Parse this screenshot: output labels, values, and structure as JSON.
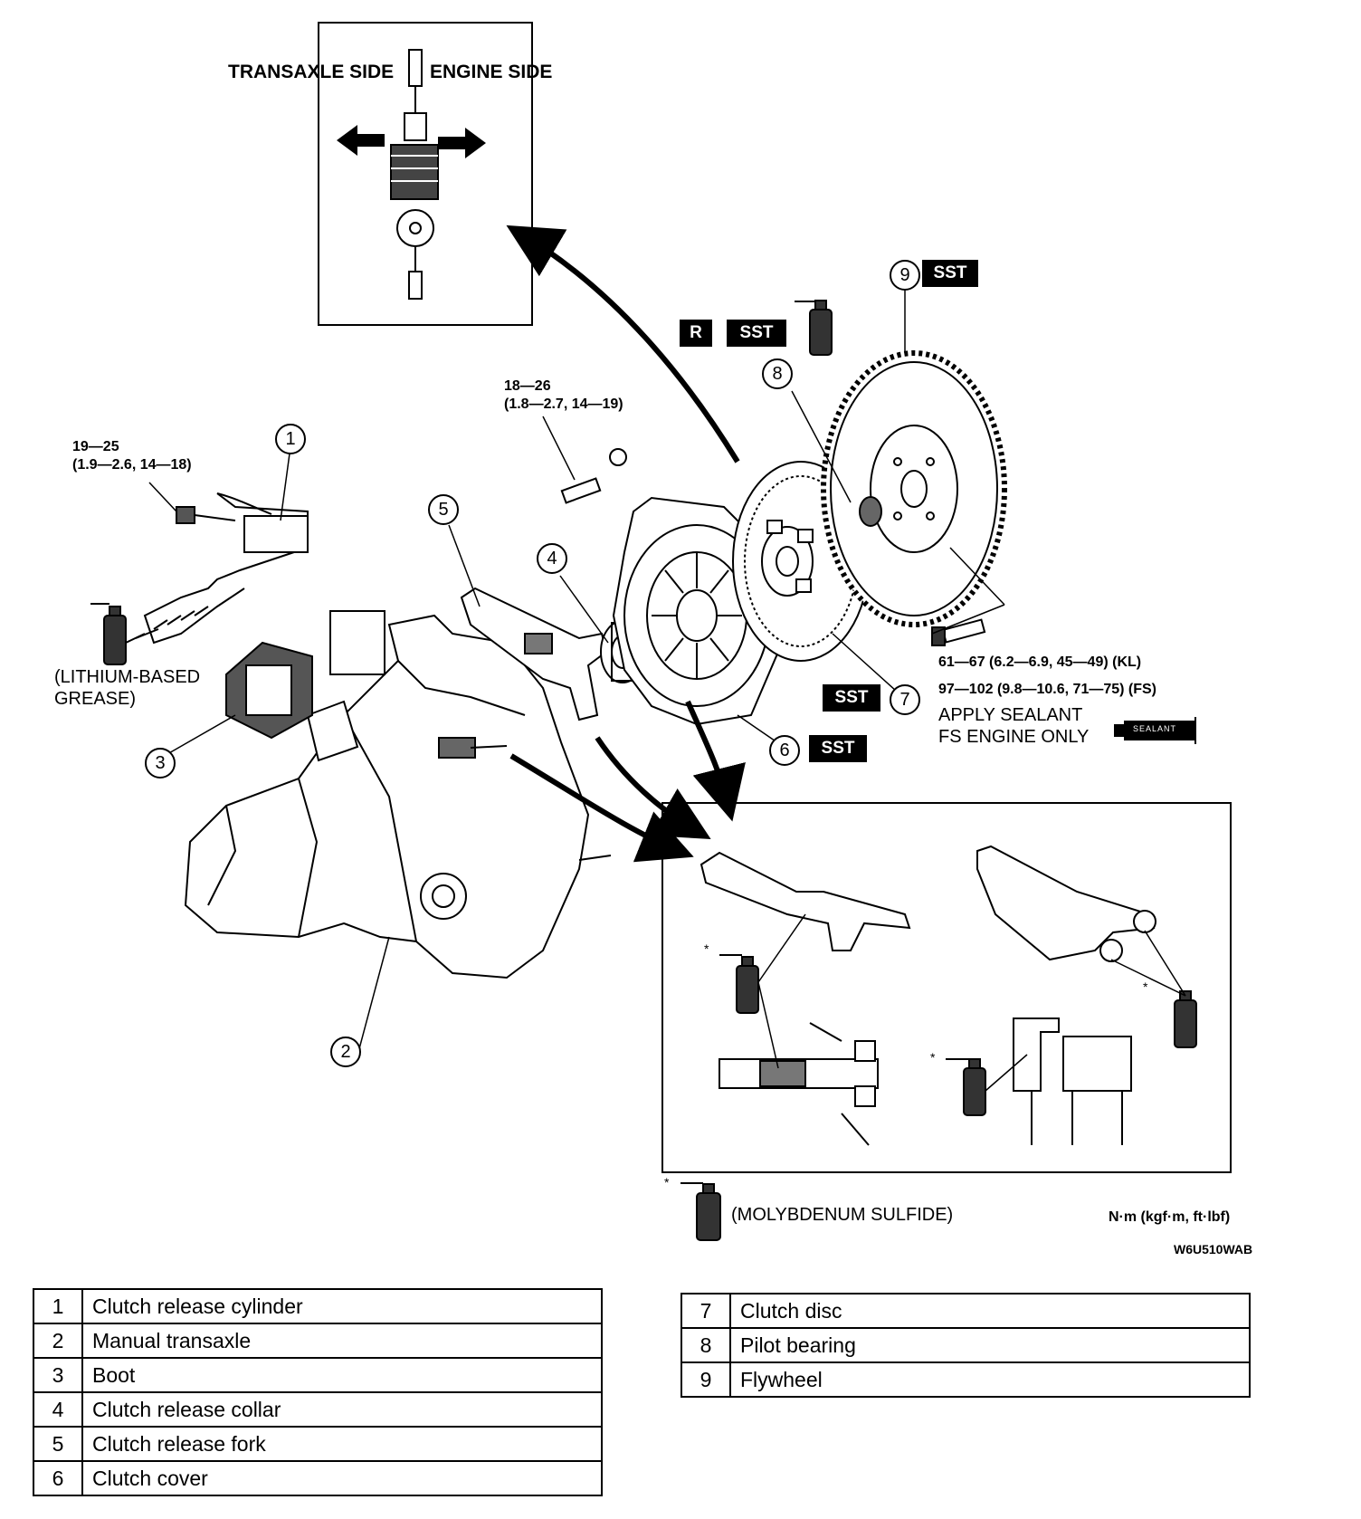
{
  "inset": {
    "transaxle_side": "TRANSAXLE SIDE",
    "engine_side": "ENGINE SIDE"
  },
  "torque": {
    "release_cylinder_bolt": [
      "19—25",
      "(1.9—2.6, 14—18)"
    ],
    "clutch_cover_bolt": [
      "18—26",
      "(1.8—2.7, 14—19)"
    ],
    "flywheel_bolt_kl": "61—67 (6.2—6.9, 45—49) (KL)",
    "flywheel_bolt_fs": "97—102 (9.8—10.6, 71—75) (FS)"
  },
  "notes": {
    "grease": [
      "(LITHIUM-BASED",
      "GREASE)"
    ],
    "sealant": [
      "APPLY SEALANT",
      "FS ENGINE ONLY"
    ],
    "sealant_tube": "SEALANT",
    "molybdenum": "(MOLYBDENUM SULFIDE)",
    "units": "N·m (kgf·m, ft·lbf)",
    "code": "W6U510WAB",
    "asterisk": "*"
  },
  "badges": {
    "sst": "SST",
    "r": "R"
  },
  "callouts": [
    "1",
    "2",
    "3",
    "4",
    "5",
    "6",
    "7",
    "8",
    "9"
  ],
  "parts_left": [
    {
      "num": "1",
      "name": "Clutch release cylinder"
    },
    {
      "num": "2",
      "name": "Manual transaxle"
    },
    {
      "num": "3",
      "name": "Boot"
    },
    {
      "num": "4",
      "name": "Clutch release collar"
    },
    {
      "num": "5",
      "name": "Clutch release fork"
    },
    {
      "num": "6",
      "name": "Clutch cover"
    }
  ],
  "parts_right": [
    {
      "num": "7",
      "name": "Clutch disc"
    },
    {
      "num": "8",
      "name": "Pilot bearing"
    },
    {
      "num": "9",
      "name": "Flywheel"
    }
  ]
}
